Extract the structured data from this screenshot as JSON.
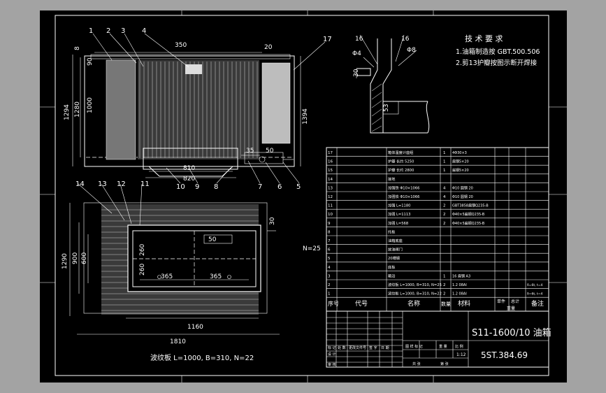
{
  "drawing": {
    "tech_requirements": {
      "title": "技 术 要 求",
      "items": [
        "1.油箱制造按 GBT.500.506",
        "2.剪13护瓣按图示断开焊接"
      ]
    },
    "title_block": {
      "name": "S11-1600/10 油箱",
      "drawing_number": "5ST.384.69",
      "scale": "1:12"
    },
    "caption": "波纹板 L=1000, B=310, N=22",
    "side_note": "N=25",
    "section_labels": [
      "16",
      "16"
    ],
    "section_dims": [
      "Φ4",
      "Φ8",
      "30",
      "53"
    ],
    "front_dims": [
      "350",
      "20",
      "810",
      "820",
      "35",
      "50",
      "90",
      "1280",
      "1000",
      "1294",
      "1394",
      "8"
    ],
    "plan_dims": [
      "1290",
      "900",
      "600",
      "1160",
      "1810",
      "365",
      "365",
      "260",
      "260",
      "50",
      "30"
    ],
    "front_callouts": [
      "1",
      "2",
      "3",
      "4",
      "17",
      "10",
      "9",
      "8",
      "7",
      "6",
      "5"
    ],
    "plan_callouts": [
      "14",
      "13",
      "12",
      "11"
    ]
  },
  "bom": {
    "header": {
      "seq": "序号",
      "code": "代号",
      "name": "名称",
      "qty": "数量",
      "material": "材料",
      "unit_weight": "单件",
      "total_weight": "总计",
      "weight": "重量",
      "remark": "备注"
    },
    "rows": [
      {
        "seq": "17",
        "name": "箱体温度计座组",
        "qty": "1",
        "material": "4Φ30×3",
        "remark": ""
      },
      {
        "seq": "16",
        "name": "护瓣 长约 5250",
        "qty": "1",
        "material": "扁钢5×20",
        "remark": ""
      },
      {
        "seq": "15",
        "name": "护瓣 长约 2800",
        "qty": "1",
        "material": "扁钢5×20",
        "remark": ""
      },
      {
        "seq": "14",
        "name": "接地",
        "qty": "",
        "material": "",
        "remark": ""
      },
      {
        "seq": "13",
        "name": "加强铁 Φ10×1066",
        "qty": "4",
        "material": "Φ10 圆钢 20",
        "remark": ""
      },
      {
        "seq": "12",
        "name": "加强铁 Φ10×1066",
        "qty": "4",
        "material": "Φ10 圆钢 20",
        "remark": ""
      },
      {
        "seq": "11",
        "name": "加强 L=1180",
        "qty": "2",
        "material": "GBT3858扁钢Q235-B",
        "remark": ""
      },
      {
        "seq": "10",
        "name": "加强 L=1113",
        "qty": "2",
        "material": "Φ40×5扁钢Q235-B",
        "remark": ""
      },
      {
        "seq": "9",
        "name": "加强 L=568",
        "qty": "2",
        "material": "Φ40×5扁钢Q235-B",
        "remark": ""
      },
      {
        "seq": "8",
        "name": "托板",
        "qty": "",
        "material": "",
        "remark": ""
      },
      {
        "seq": "7",
        "name": "油箱底座",
        "qty": "",
        "material": "",
        "remark": ""
      },
      {
        "seq": "6",
        "name": "放油阀门",
        "qty": "",
        "material": "",
        "remark": ""
      },
      {
        "seq": "5",
        "name": "20槽钢",
        "qty": "",
        "material": "",
        "remark": ""
      },
      {
        "seq": "4",
        "name": "底板",
        "qty": "",
        "material": "",
        "remark": ""
      },
      {
        "seq": "3",
        "name": "箱沿",
        "qty": "1",
        "material": "16 扁钢 A3",
        "remark": ""
      },
      {
        "seq": "2",
        "name": "波纹板 L=1000, B=310, N=25",
        "qty": "2",
        "material": "1.2 08Al",
        "remark": "δ=6t, t=4"
      },
      {
        "seq": "1",
        "name": "波纹板 L=1000, B=310, N=22",
        "qty": "2",
        "material": "1.2 08Al",
        "remark": "δ=6t, t=4"
      }
    ],
    "title_rows": {
      "left_labels": [
        "标 记",
        "处 数",
        "更改文件号",
        "签 字",
        "日 期"
      ],
      "mid_labels": [
        "设 计",
        "审 核",
        "图 样 标 记",
        "重 量",
        "比 例"
      ],
      "bottom_labels": [
        "共 张",
        "第 张"
      ]
    }
  }
}
